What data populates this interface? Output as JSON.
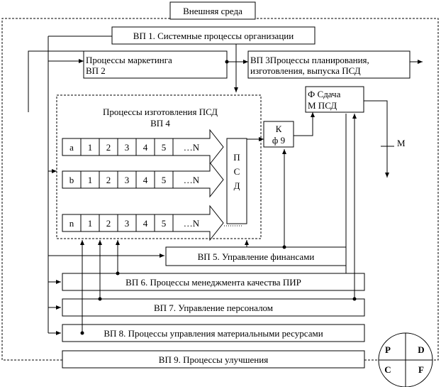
{
  "environment_label": "Внешняя среда",
  "vp1_label": "ВП 1. Системные процессы организации",
  "marketing": {
    "line1": "Процессы маркетинга",
    "line2": "ВП 2"
  },
  "planning": {
    "line1": "ВП 3Процессы планирования,",
    "line2": "изготовления, выпуска ПСД"
  },
  "delivery": {
    "line1": "Ф Сдача",
    "line2": "М  ПСД"
  },
  "manufacturing": {
    "title1": "Процессы изготовления ПСД",
    "title2": "ВП 4",
    "rows": [
      {
        "key": "a",
        "cells": [
          "1",
          "2",
          "3",
          "4",
          "5",
          "…N"
        ]
      },
      {
        "key": "b",
        "cells": [
          "1",
          "2",
          "3",
          "4",
          "5",
          "…N"
        ]
      },
      {
        "key": "n",
        "cells": [
          "1",
          "2",
          "3",
          "4",
          "5",
          "…N"
        ]
      }
    ],
    "psd_letters": [
      "П",
      "С",
      "Д"
    ]
  },
  "control": {
    "line1": "К",
    "line2": "ф 9"
  },
  "m_label": "М",
  "processes": {
    "vp5": "ВП 5. Управление финансами",
    "vp6": "ВП 6. Процессы менеджмента качества ПИР",
    "vp7": "ВП 7. Управление персоналом",
    "vp8": "ВП 8. Процессы управления материальными ресурсами",
    "vp9": "ВП 9. Процессы улучшения"
  },
  "pdcf": {
    "p": "P",
    "d": "D",
    "c": "C",
    "f": "F"
  }
}
